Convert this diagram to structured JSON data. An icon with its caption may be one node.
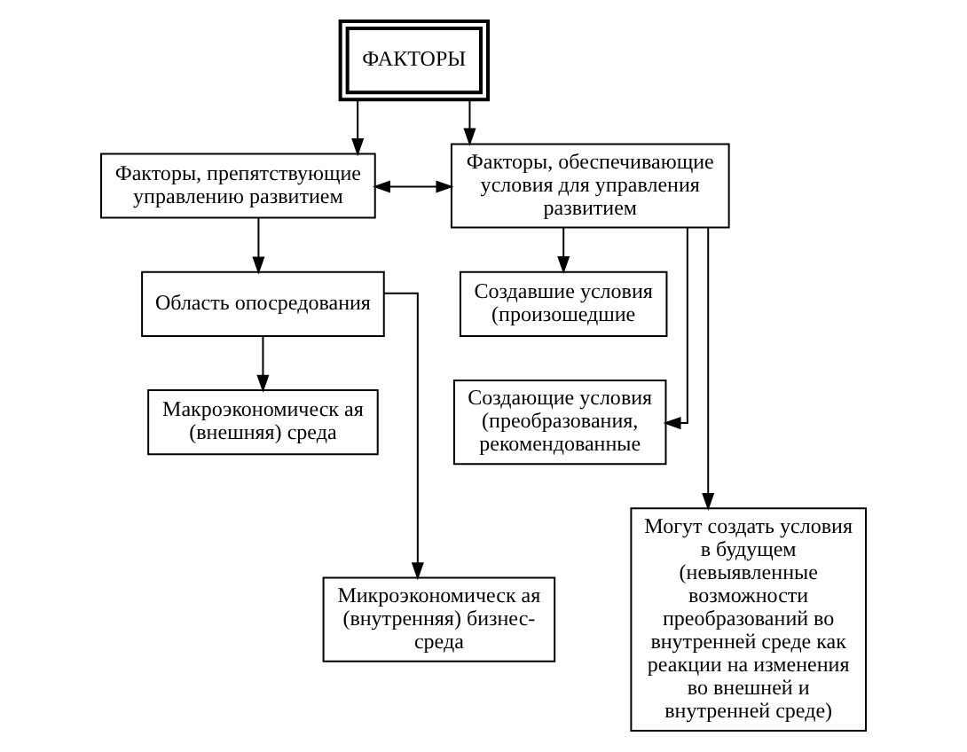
{
  "diagram": {
    "nodes": [
      {
        "text": [
          "ФАКТОРЫ"
        ]
      },
      {
        "text": [
          "Факторы, препятствующие управлению развитием"
        ]
      },
      {
        "text": [
          "Факторы, обеспечивающие условия для управления развитием"
        ]
      },
      {
        "text": [
          "Область опосредования"
        ]
      },
      {
        "text": [
          "Создавшие условия (произошедшие"
        ]
      },
      {
        "text": [
          "Макроэкономическ ая (внешняя) среда"
        ]
      },
      {
        "text": [
          "Создающие условия (преобразования, рекомендованные"
        ]
      },
      {
        "text": [
          "Микроэкономическ ая (внутренняя) бизнес-среда"
        ]
      },
      {
        "text": [
          "Могут создать условия в будущем (невыявленные возможности преобразований во внутренней среде как реакции на изменения во внешней и внутренней среде)"
        ]
      }
    ],
    "edges": [
      {
        "from": 0,
        "to": 1,
        "arrow": "to"
      },
      {
        "from": 0,
        "to": 2,
        "arrow": "to"
      },
      {
        "from": 1,
        "to": 2,
        "arrow": "both"
      },
      {
        "from": 1,
        "to": 3,
        "arrow": "to"
      },
      {
        "from": 2,
        "to": 4,
        "arrow": "to"
      },
      {
        "from": 3,
        "to": 5,
        "arrow": "to"
      },
      {
        "from": 2,
        "to": 6,
        "arrow": "to"
      },
      {
        "from": 3,
        "to": 7,
        "arrow": "to"
      },
      {
        "from": 2,
        "to": 8,
        "arrow": "to"
      }
    ]
  }
}
